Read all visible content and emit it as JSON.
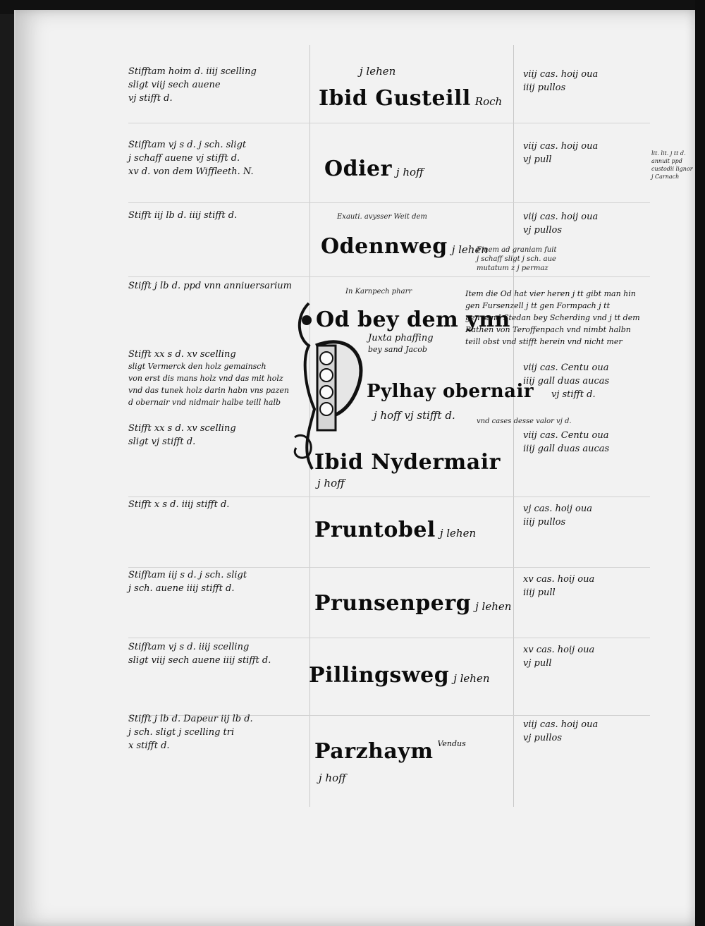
{
  "entries": [
    {
      "left": [
        "Stifftam hoim d. iiij scelling",
        "sligt viij sech auene",
        "vj stifft d."
      ],
      "above": "j lehen",
      "place": "Ibid Gusteill",
      "suffix": "Roch",
      "right": [
        "viij cas. hoij oua",
        "iiij pullos"
      ]
    },
    {
      "left": [
        "Stifftam vj s d. j sch. sligt",
        "j schaff auene vj stifft d.",
        "xv d. von dem Wiffleeth. N."
      ],
      "place": "Odier",
      "suffix": "j hoff",
      "right": [
        "viij cas. hoij oua",
        "vj pull"
      ]
    },
    {
      "above": "Exauti. avysser Weit dem",
      "left": [
        "Stifft iij lb d. iiij stifft d."
      ],
      "place": "Odennweg",
      "suffix": "j lehen",
      "right": [
        "viij cas. hoij oua",
        "vj pullos"
      ]
    },
    {
      "above": "In Karnpech pharr",
      "left": [
        "Stifft j lb d. ppd vnn anniuersarium"
      ],
      "place": "Od bey dem ynn",
      "suffix": "",
      "below": [
        "Juxta phaffing",
        "bey sand Jacob"
      ]
    },
    {
      "left": [
        "Stifft xx s d. xv scelling",
        "sligt Vermerck den holz gemainsch",
        "von erst dis mans holz vnd das mit holz",
        "vnd das tunek holz darin habn vns pazen",
        "d obernair vnd nidmair halbe teill halb"
      ],
      "place": "Pylhay obernair",
      "suffix": "",
      "below": [
        "j hoff  vj stifft d."
      ],
      "right": [
        "viij cas. Centu oua",
        "iiij gall duas aucas",
        "vj stifft d."
      ]
    },
    {
      "left": [
        "Stifft xx s d. xv scelling",
        "sligt vj stifft d."
      ],
      "place": "Ibid Nydermair",
      "suffix": "",
      "below": [
        "j hoff"
      ],
      "right": [
        "viij cas. Centu oua",
        "iiij gall duas aucas"
      ]
    },
    {
      "left": [
        "Stifft x s d. iiij stifft d."
      ],
      "place": "Pruntobel",
      "suffix": "j lehen",
      "right": [
        "vj cas. hoij oua",
        "iiij pullos"
      ]
    },
    {
      "left": [
        "Stifftam iij s d. j sch. sligt",
        "j sch. auene iiij stifft d."
      ],
      "place": "Prunsenperg",
      "suffix": "j lehen",
      "right": [
        "xv cas. hoij oua",
        "iiij pull"
      ]
    },
    {
      "left": [
        "Stifftam vj s d. iiij scelling",
        "sligt viij sech auene iiij stifft d."
      ],
      "place": "Pillingsweg",
      "suffix": "j lehen",
      "right": [
        "xv cas. hoij oua",
        "vj pull"
      ]
    },
    {
      "left": [
        "Stifft j lb d. Dapeur iij lb d.",
        "j sch. sligt j scelling tri",
        "x stifft d."
      ],
      "place": "Parzhaym",
      "suffix": "Vendus",
      "below": [
        "j hoff"
      ],
      "right": [
        "viij cas. hoij oua",
        "vj pullos"
      ]
    }
  ],
  "notes": {
    "odennweg_right": [
      "Finem ad graniam fuit",
      "j schaff sligt j sch. aue",
      "mutatum z j permaz"
    ],
    "od_block": [
      "Item die Od hat vier heren j tt gibt man hin",
      "gen Fursenzell j tt gen Formpach j tt",
      "gen sand Stedan bey Scherding vnd j tt dem",
      "Rathen von Teroffenpach vnd nimbt halbn",
      "teill obst vnd stifft herein vnd nicht mer"
    ],
    "nydermair_right": "vnd cases desse valor vj d.",
    "margin_right": [
      "lit. lit. j tt d.",
      "annuit ppd",
      "custodii lignor",
      "j Carnach"
    ]
  }
}
